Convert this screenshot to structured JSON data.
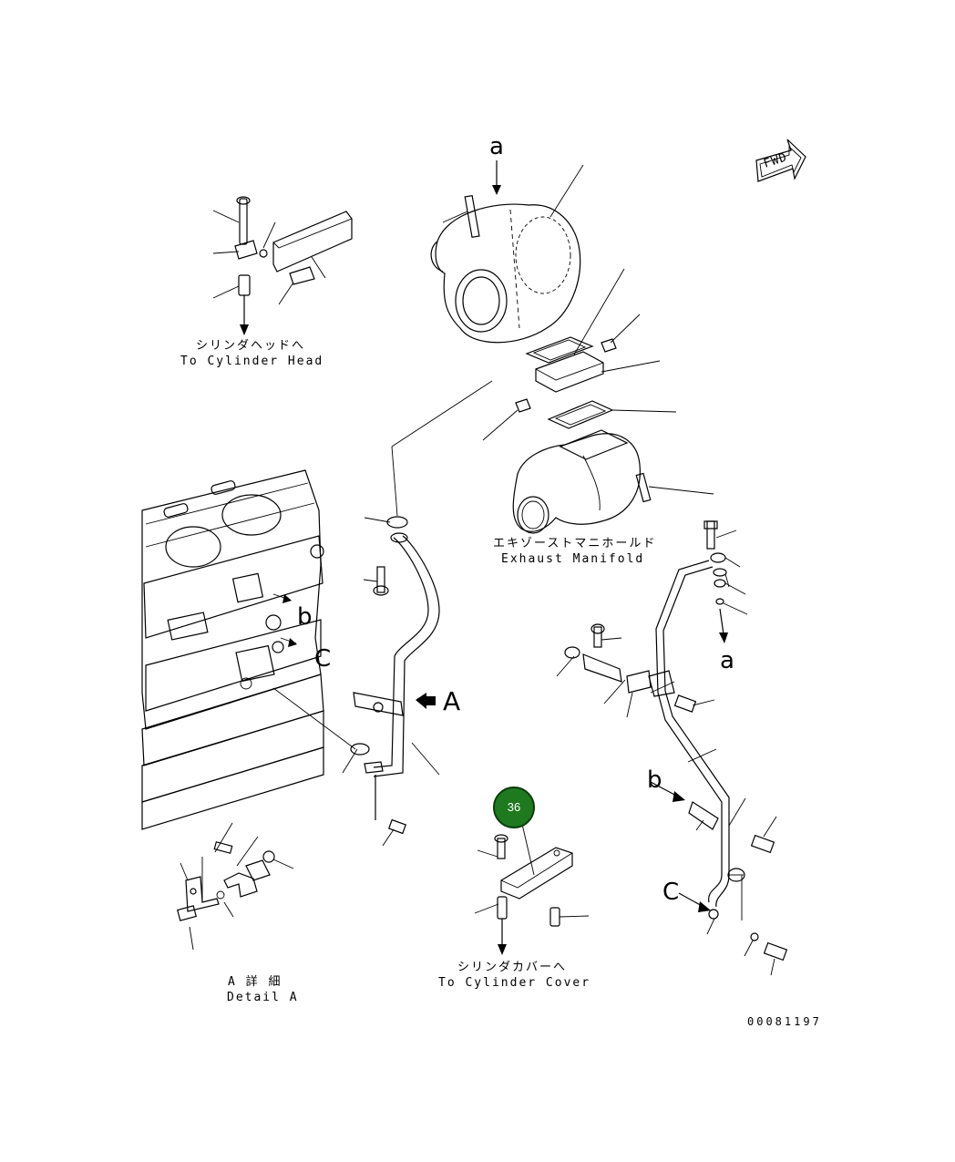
{
  "labels": {
    "to_head_jp": "シリンダヘッドへ",
    "to_head_en": "To Cylinder Head",
    "manifold_jp": "エキゾーストマニホールド",
    "manifold_en": "Exhaust Manifold",
    "to_cover_jp": "シリンダカバーへ",
    "to_cover_en": "To Cylinder Cover",
    "detail_jp": "A 詳 細",
    "detail_en": "Detail A",
    "fwd": "FWD",
    "part_number": "00081197"
  },
  "callouts": {
    "a_top": "a",
    "a_right": "a",
    "b_left": "b",
    "c_left": "C",
    "b_right": "b",
    "c_right": "C",
    "view_a": "A"
  },
  "badge": {
    "text": "36",
    "color": "#1f7a1f"
  }
}
